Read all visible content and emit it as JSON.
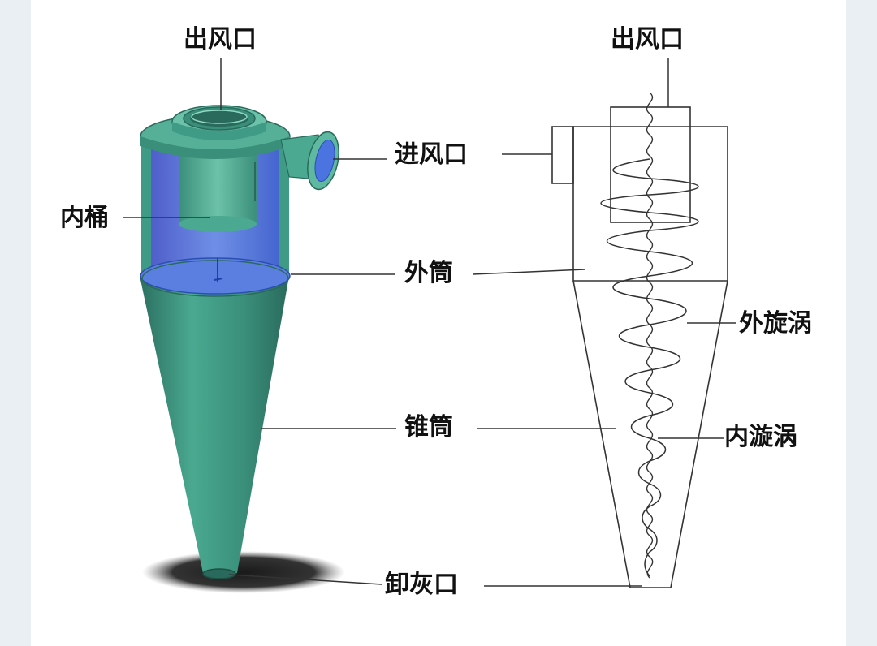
{
  "labels": {
    "left_outlet": "出风口",
    "right_outlet": "出风口",
    "inlet": "进风口",
    "inner_tube": "内桶",
    "outer_cylinder": "外筒",
    "outer_vortex": "外旋涡",
    "cone": "锥筒",
    "inner_vortex": "内漩涡",
    "ash_outlet": "卸灰口"
  },
  "colors": {
    "body_green": "#3f9a86",
    "body_green_dark": "#2a6f60",
    "rim_green": "#5fb8a0",
    "inner_blue": "#3d5fcf",
    "inner_blue_light": "#6f8fe6",
    "line": "#333333"
  }
}
